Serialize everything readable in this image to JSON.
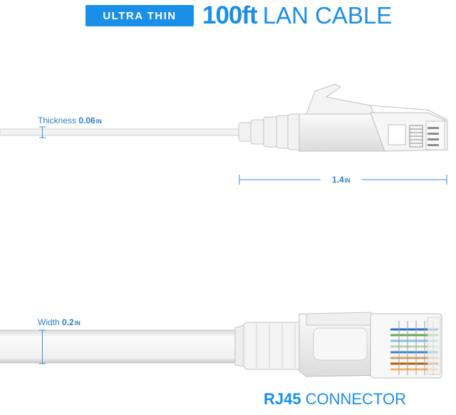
{
  "header": {
    "badge": "ULTRA THIN",
    "title_bold": "100ft",
    "title_rest": "LAN CABLE"
  },
  "annotations": {
    "thickness": {
      "label": "Thickness",
      "value": "0.06",
      "unit": "IN"
    },
    "length": {
      "value": "1.4",
      "unit": "IN"
    },
    "width": {
      "label": "Width",
      "value": "0.2",
      "unit": "IN"
    }
  },
  "footer": {
    "bold": "RJ45",
    "rest": "CONNECTOR"
  },
  "colors": {
    "accent": "#1a8fe8",
    "measure": "#3a8ee0",
    "cable": "#f1f1f1",
    "cable_shadow": "#cfcfcf"
  }
}
